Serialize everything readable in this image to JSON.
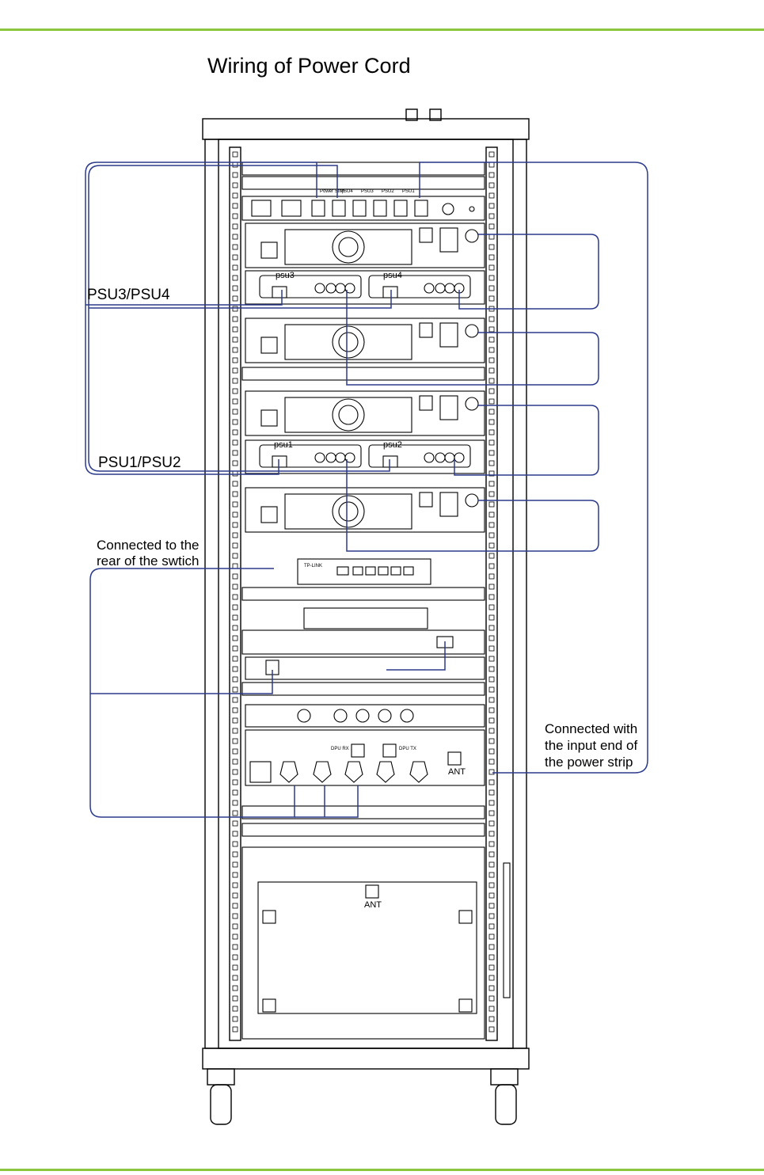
{
  "accent_color": "#8cc63f",
  "cable_color": "#2b3a8c",
  "title": "Wiring of Power Cord",
  "labels": {
    "psu34": "PSU3/PSU4",
    "psu12": "PSU1/PSU2",
    "switch_rear_line1": "Connected to the",
    "switch_rear_line2": "rear of the swtich",
    "strip_input_line1": "Connected with",
    "strip_input_line2": "the input end of",
    "strip_input_line3": "the power strip"
  },
  "power_strip": {
    "outlets": [
      "Power Strip",
      "PSU4",
      "PSU3",
      "PSU2",
      "PSU1"
    ]
  },
  "psu_modules": {
    "upper_left": "psu3",
    "upper_right": "psu4",
    "lower_left": "psu1",
    "lower_right": "psu2"
  },
  "switch_brand": "TP-LINK",
  "combiner": {
    "dpu_rx": "DPU RX",
    "dpu_tx": "DPU TX",
    "ant": "ANT"
  },
  "antenna_panel": {
    "ant": "ANT"
  }
}
